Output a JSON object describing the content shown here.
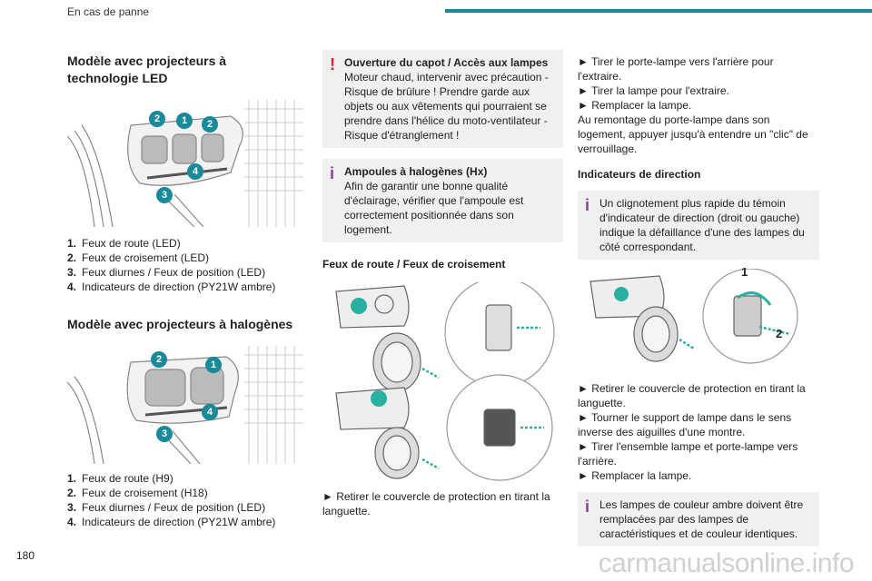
{
  "header": {
    "title": "En cas de panne"
  },
  "page_number": "180",
  "watermark": "carmanualsonline.info",
  "col1": {
    "led_title": "Modèle avec projecteurs à technologie LED",
    "led_items": [
      {
        "num": "1.",
        "text": "Feux de route (LED)"
      },
      {
        "num": "2.",
        "text": "Feux de croisement (LED)"
      },
      {
        "num": "3.",
        "text": "Feux diurnes / Feux de position (LED)"
      },
      {
        "num": "4.",
        "text": "Indicateurs de direction (PY21W ambre)"
      }
    ],
    "halogen_title": "Modèle avec projecteurs à halogènes",
    "halogen_items": [
      {
        "num": "1.",
        "text": "Feux de route (H9)"
      },
      {
        "num": "2.",
        "text": "Feux de croisement (H18)"
      },
      {
        "num": "3.",
        "text": "Feux diurnes / Feux de position (LED)"
      },
      {
        "num": "4.",
        "text": "Indicateurs de direction (PY21W ambre)"
      }
    ],
    "figure_numbers": [
      "2",
      "1",
      "2",
      "4",
      "3"
    ]
  },
  "col2": {
    "warning": {
      "mark": "!",
      "title": "Ouverture du capot / Accès aux lampes",
      "body": "Moteur chaud, intervenir avec précaution - Risque de brûlure ! Prendre garde aux objets ou aux vêtements qui pourraient se prendre dans l'hélice du moto-ventilateur - Risque d'étranglement !"
    },
    "info": {
      "mark": "i",
      "title": "Ampoules à halogènes (Hx)",
      "body": "Afin de garantir une bonne qualité d'éclairage, vérifier que l'ampoule est correctement positionnée dans son logement."
    },
    "feux_title": "Feux de route / Feux de croisement",
    "step": "► Retirer le couvercle de protection en tirant la languette."
  },
  "col3": {
    "steps_top": [
      "► Tirer le porte-lampe vers l'arrière pour l'extraire.",
      "► Tirer la lampe pour l'extraire.",
      "► Remplacer la lampe."
    ],
    "remontage": "Au remontage du porte-lampe dans son logement, appuyer jusqu'à entendre un \"clic\" de verrouillage.",
    "indicateurs_title": "Indicateurs de direction",
    "info1": {
      "mark": "i",
      "body": "Un clignotement plus rapide du témoin d'indicateur de direction (droit ou gauche) indique la défaillance d'une des lampes du côté correspondant."
    },
    "figure_labels": [
      "1",
      "2"
    ],
    "steps_bottom": [
      "► Retirer le couvercle de protection en tirant la languette.",
      "► Tourner le support de lampe dans le sens inverse des aiguilles d'une montre.",
      "► Tirer l'ensemble lampe et porte-lampe vers l'arrière.",
      "► Remplacer la lampe."
    ],
    "info2": {
      "mark": "i",
      "body": "Les lampes de couleur ambre doivent être remplacées par des lampes de caractéristiques et de couleur identiques."
    }
  },
  "colors": {
    "accent": "#1a8a9a",
    "warning": "#e0202a",
    "info": "#8a3c9e",
    "box_bg": "#f0f0f0"
  }
}
